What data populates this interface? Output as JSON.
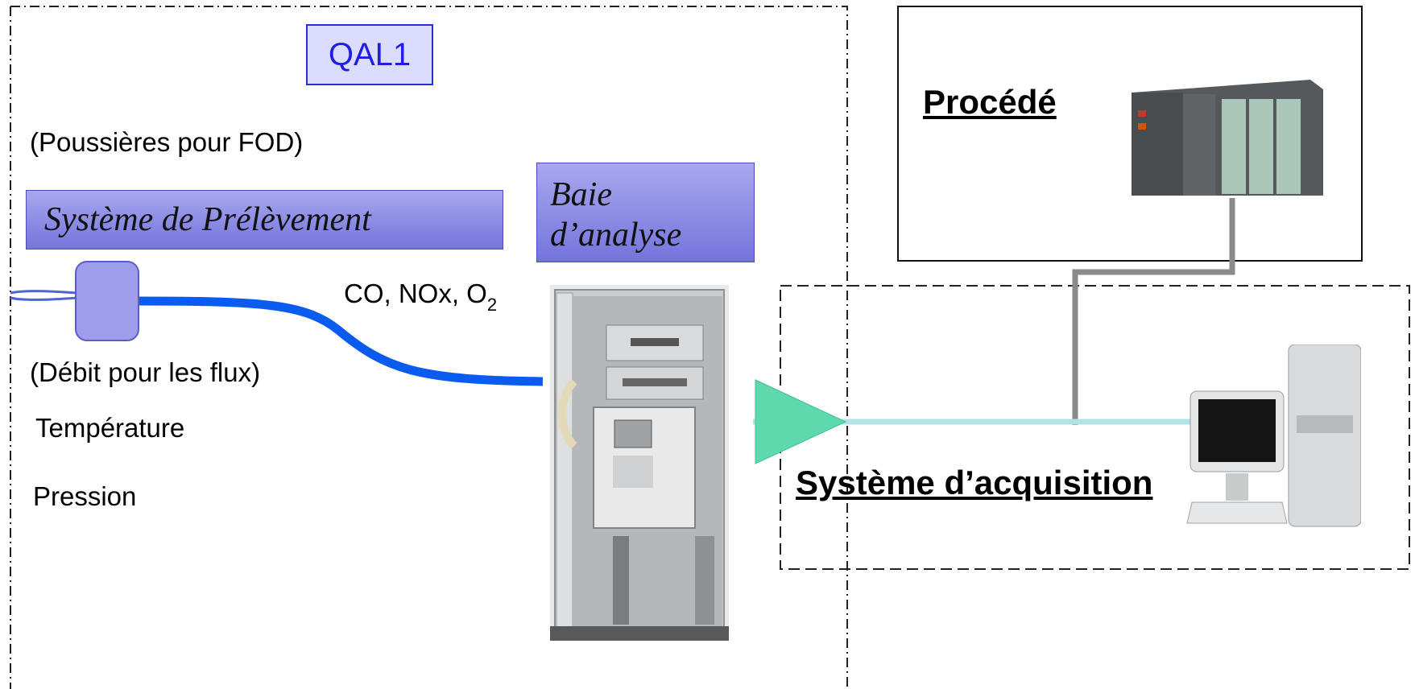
{
  "qal_label": "QAL1",
  "dust_note": "(Poussières pour FOD)",
  "sampling_system": "Système de Prélèvement",
  "analysis_bay": {
    "line1": "Baie",
    "line2": "d’analyse"
  },
  "gases": {
    "text": "CO, NOx, O",
    "subscript": "2"
  },
  "flow_note": "(Débit pour les flux)",
  "temperature": "Température",
  "pressure": "Pression",
  "process_title": "Procédé",
  "acquisition_title": "Système d’acquisition",
  "colors": {
    "banner": "#8c8ce6",
    "qal_text": "#1f1fe0",
    "sampling_line": "#0a5cf0",
    "signal_line": "#b2e3e3",
    "triangle": "#5ed9ad",
    "process_link": "#8a8a8a"
  },
  "icons": {
    "probe": "probe-icon",
    "cabinet": "analysis-cabinet-icon",
    "plc": "plc-rack-icon",
    "computer": "desktop-computer-icon",
    "arrow": "signal-triangle-icon"
  }
}
